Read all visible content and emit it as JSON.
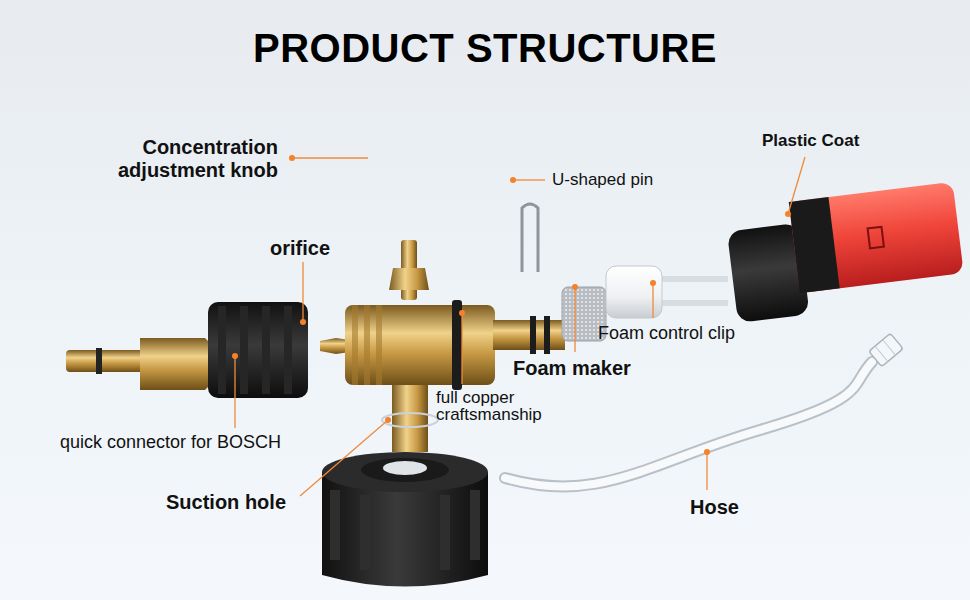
{
  "diagram": {
    "title": "PRODUCT STRUCTURE",
    "labels": [
      "Concentration adjustment knob",
      "orifice",
      "U-shaped pin",
      "Plastic Coat",
      "Foam control clip",
      "Foam maker",
      "full copper craftsmanship",
      "quick connector for BOSCH",
      "Suction hole",
      "Hose"
    ]
  }
}
